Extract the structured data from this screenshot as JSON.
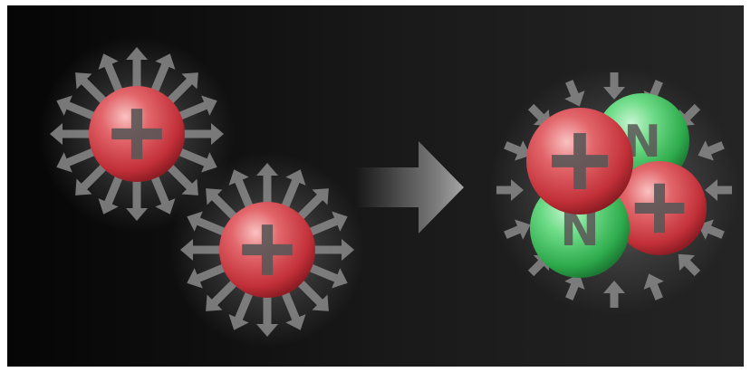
{
  "diagram": {
    "colors": {
      "frame": "#ffffff",
      "background_dark": "#050505",
      "background_light": "#262626",
      "proton_light": "#f4a4a4",
      "proton_mid": "#d8484e",
      "proton_dark": "#8e1c24",
      "neutron_light": "#b8f0c4",
      "neutron_mid": "#3cc35e",
      "neutron_dark": "#1c7a34",
      "arrow": "#8a8a8a",
      "symbol": "#5a5656"
    },
    "left": {
      "protons": [
        {
          "symbol": "+",
          "field": "repulsion"
        },
        {
          "symbol": "+",
          "field": "repulsion"
        }
      ]
    },
    "transition_arrow": {
      "icon": "right-arrow-icon"
    },
    "right": {
      "nucleus": [
        {
          "kind": "neutron",
          "symbol": "N"
        },
        {
          "kind": "proton",
          "symbol": "+"
        },
        {
          "kind": "neutron",
          "symbol": "N"
        },
        {
          "kind": "proton",
          "symbol": "+"
        }
      ],
      "field": "attraction"
    }
  }
}
